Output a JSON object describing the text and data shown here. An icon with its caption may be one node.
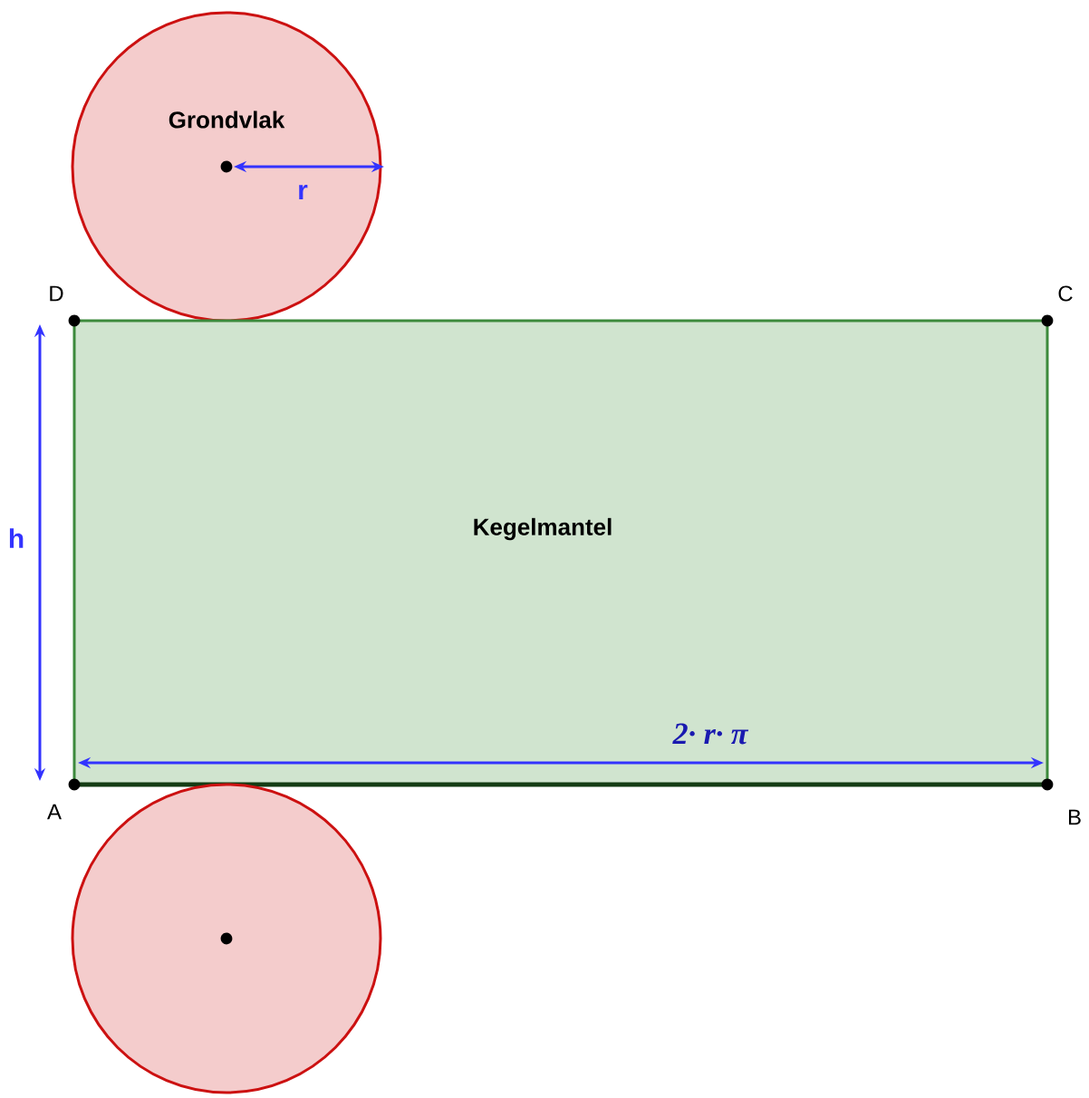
{
  "diagram": {
    "nodes": [
      {
        "text": [
          "Grondvlak"
        ]
      },
      {
        "text": [
          "Kegelmantel"
        ]
      },
      {
        "text": [],
        "shape": "circle"
      }
    ],
    "labels": [
      "D",
      "C",
      "h",
      "A",
      "B",
      "r",
      "2· r· π"
    ]
  }
}
